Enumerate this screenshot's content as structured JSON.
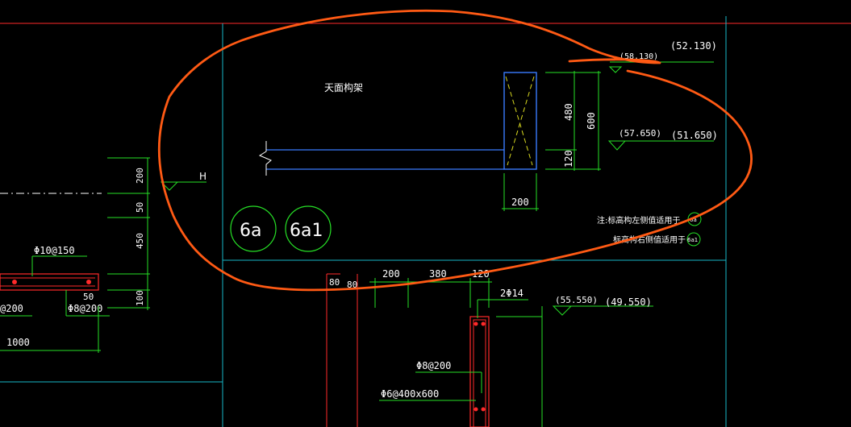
{
  "drawing": {
    "title_label": "天面构架",
    "detail_circles": [
      "6a",
      "6a1"
    ],
    "elev_top_small": "(58.130)",
    "elev_top_large": "(52.130)",
    "elev_mid_small": "(57.650)",
    "elev_mid_large": "(51.650)",
    "elev_low_small": "(55.550)",
    "elev_low_large": "(49.550)",
    "dim_480": "480",
    "dim_600": "600",
    "dim_120_v": "120",
    "dim_200_h": "200",
    "note_line_1": "注:标高构左侧值适用于",
    "note_line_2": "标高构右侧值适用于",
    "note_badge_1": "6a",
    "note_badge_2": "6a1",
    "left_dim_200": "200",
    "left_dim_50": "50",
    "left_dim_450": "450",
    "left_dim_100": "100",
    "left_h_label": "H",
    "rebar_phi10": "Φ10@150",
    "rebar_phi8_a": "@200",
    "rebar_phi8_b": "Φ8@200",
    "left_dim_50_bottom": "50",
    "left_dim_1000": "1000",
    "lower_80_a": "80",
    "lower_80_b": "80",
    "lower_200": "200",
    "lower_380": "380",
    "lower_120": "120",
    "lower_2phi14": "2Φ14",
    "lower_phi8": "Φ8@200",
    "lower_phi6": "Φ6@400x600"
  }
}
